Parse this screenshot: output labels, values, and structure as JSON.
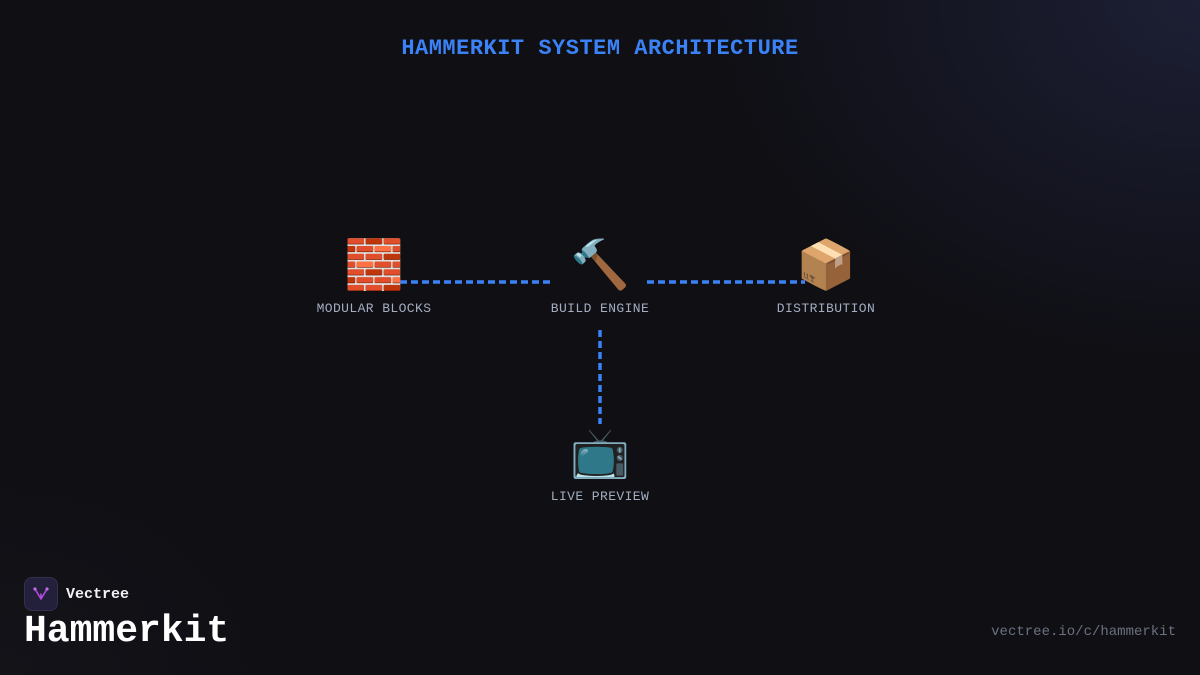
{
  "diagram": {
    "title": "HAMMERKIT SYSTEM ARCHITECTURE",
    "nodes": [
      {
        "id": "modular-blocks",
        "label": "MODULAR BLOCKS",
        "icon": "🧱",
        "icon_name": "brick-wall-icon"
      },
      {
        "id": "build-engine",
        "label": "BUILD ENGINE",
        "icon": "🔨",
        "icon_name": "hammer-icon"
      },
      {
        "id": "distribution",
        "label": "DISTRIBUTION",
        "icon": "📦",
        "icon_name": "package-icon"
      },
      {
        "id": "live-preview",
        "label": "LIVE PREVIEW",
        "icon": "📺",
        "icon_name": "television-icon"
      }
    ],
    "edges": [
      {
        "from": "modular-blocks",
        "to": "build-engine",
        "style": "dashed"
      },
      {
        "from": "build-engine",
        "to": "distribution",
        "style": "dashed"
      },
      {
        "from": "build-engine",
        "to": "live-preview",
        "style": "dashed"
      }
    ]
  },
  "footer": {
    "brand": "Vectree",
    "product": "Hammerkit",
    "url": "vectree.io/c/hammerkit"
  },
  "colors": {
    "background": "#0f0f14",
    "accent": "#3b82f6",
    "label": "#a3adc0",
    "url": "#6b7180",
    "logo_mark": "#b04adf"
  }
}
